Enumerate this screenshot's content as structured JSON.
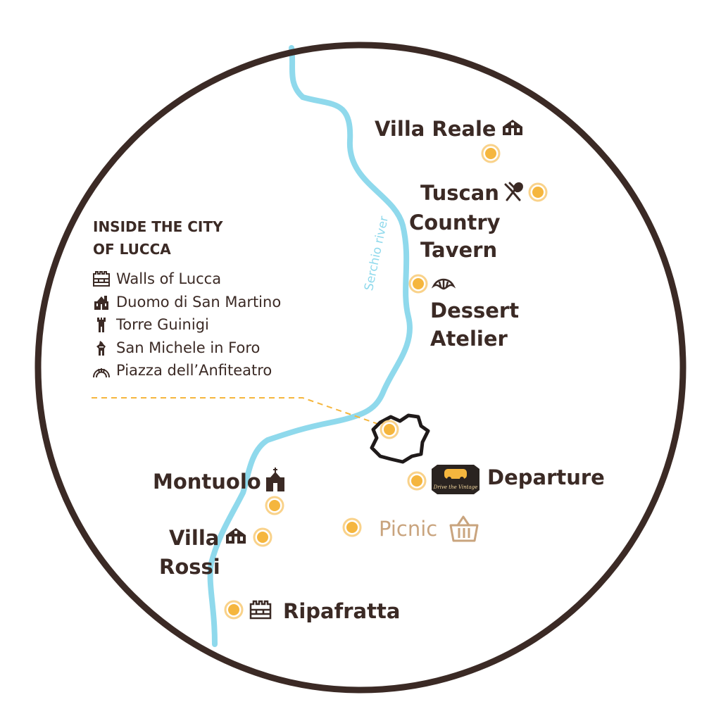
{
  "legend": {
    "title_line1": "INSIDE THE CITY",
    "title_line2": "OF LUCCA",
    "items": [
      {
        "label": "Walls of Lucca",
        "icon": "walls-icon"
      },
      {
        "label": "Duomo di San Martino",
        "icon": "cathedral-icon"
      },
      {
        "label": "Torre Guinigi",
        "icon": "tower-icon"
      },
      {
        "label": "San Michele in Foro",
        "icon": "church-facade-icon"
      },
      {
        "label": "Piazza dell’Anfiteatro",
        "icon": "amphitheatre-icon"
      }
    ]
  },
  "river": {
    "label": "Serchio river"
  },
  "places": {
    "villa_reale": "Villa Reale",
    "tuscan_line1": "Tuscan",
    "tuscan_line2": "Country",
    "tuscan_line3": "Tavern",
    "dessert_line1": "Dessert",
    "dessert_line2": "Atelier",
    "departure": "Departure",
    "picnic": "Picnic",
    "montuolo": "Montuolo",
    "villa_rossi_line1": "Villa",
    "villa_rossi_line2": "Rossi",
    "ripafratta": "Ripafratta"
  },
  "badge": {
    "text": "Drive the Vintage"
  },
  "colors": {
    "border": "#3b2a25",
    "river": "#8fd9ec",
    "marker_fill": "#f5b63e",
    "marker_ring": "#f9d28a",
    "label": "#3b2a25",
    "picnic_label": "#c9a47e",
    "route_dash": "#f5b63e"
  }
}
